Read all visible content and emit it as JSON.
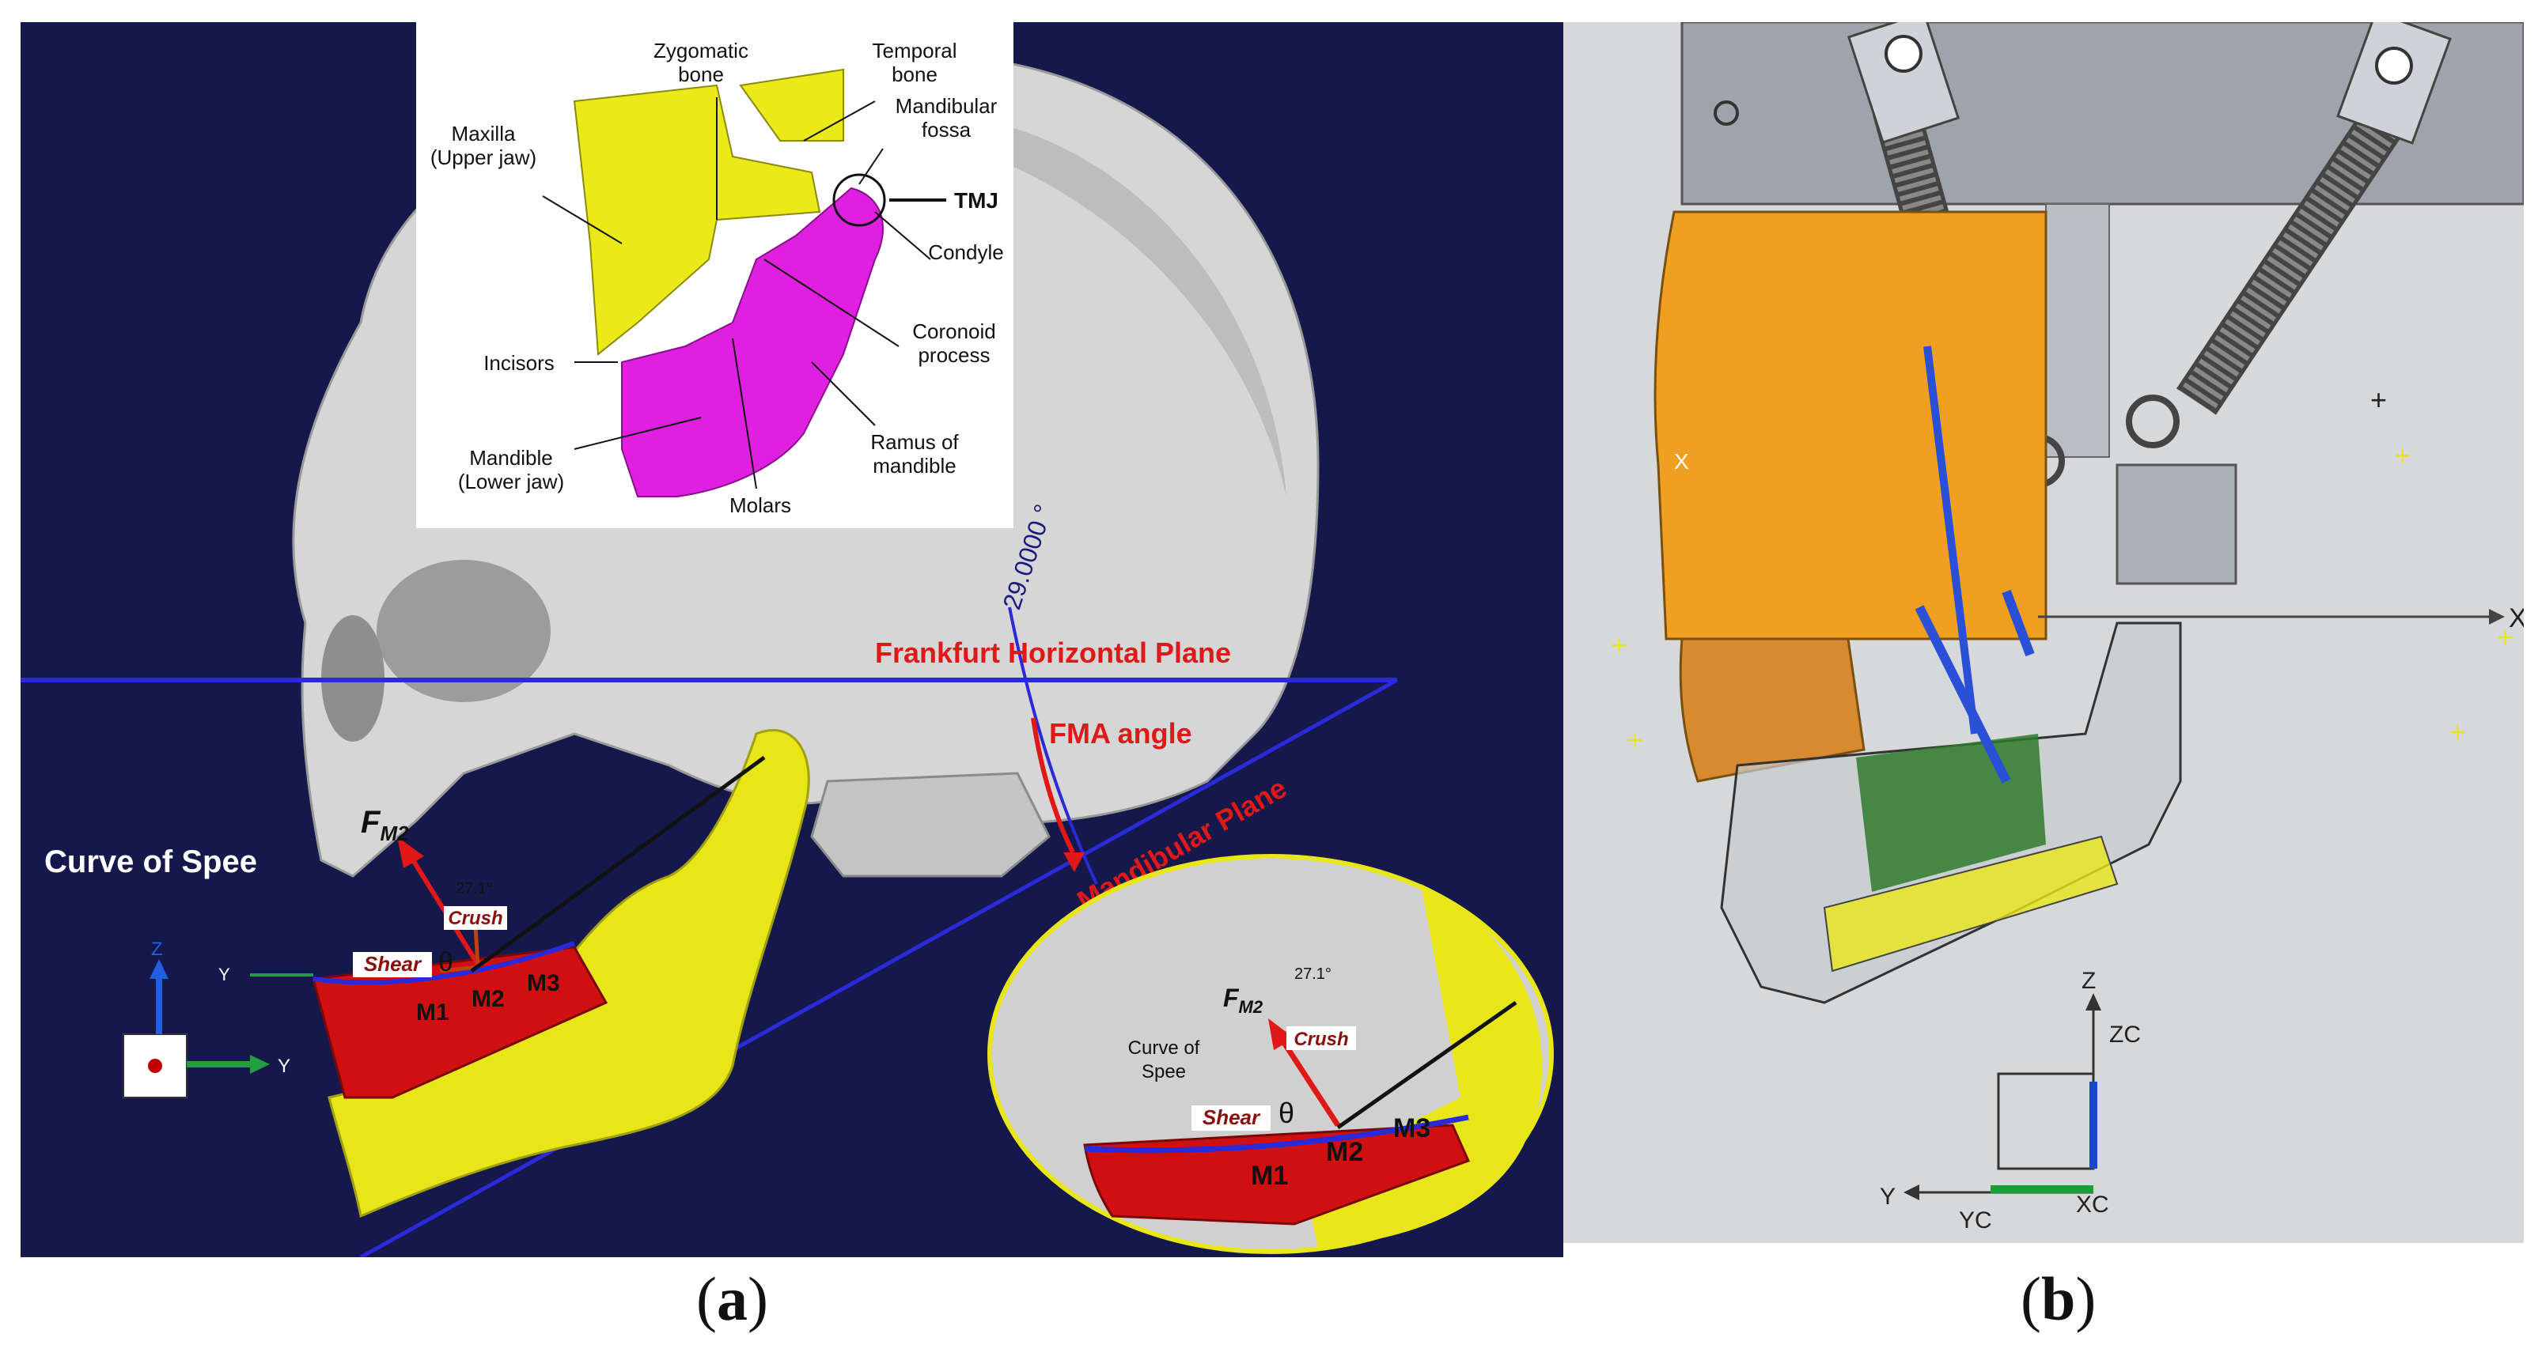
{
  "panel_a": {
    "caption_open": "(",
    "caption_letter": "a",
    "caption_close": ")",
    "inset": {
      "zygomatic": "Zygomatic",
      "zygomatic2": "bone",
      "temporal": "Temporal",
      "temporal2": "bone",
      "fossa": "Mandibular",
      "fossa2": "fossa",
      "maxilla": "Maxilla",
      "maxilla2": "(Upper jaw)",
      "tmj": "TMJ",
      "condyle": "Condyle",
      "coronoid": "Coronoid",
      "coronoid2": "process",
      "incisors": "Incisors",
      "mandible": "Mandible",
      "mandible2": "(Lower jaw)",
      "ramus": "Ramus of",
      "ramus2": "mandible",
      "molars": "Molars"
    },
    "angle_label": "29.0000 °",
    "frankfurt": "Frankfurt Horizontal Plane",
    "fma": "FMA angle",
    "mandibular_plane": "Mandibular Plane",
    "curve_of_spee": "Curve of Spee",
    "force_main": "F",
    "force_sub": "M2",
    "small_value": "27.1°",
    "crush": "Crush",
    "shear": "Shear",
    "theta": "θ",
    "m1": "M1",
    "m2": "M2",
    "m3": "M3",
    "axis_z": "Z",
    "axis_y": "Y",
    "axis_y2": "Y",
    "zoom": {
      "force_main": "F",
      "force_sub": "M2",
      "value": "27.1°",
      "crush": "Crush",
      "curve1": "Curve of",
      "curve2": "Spee",
      "shear": "Shear",
      "theta": "θ",
      "m1": "M1",
      "m2": "M2",
      "m3": "M3"
    }
  },
  "panel_b": {
    "caption_open": "(",
    "caption_letter": "b",
    "caption_close": ")",
    "x_label": "X",
    "x_label2": "X",
    "z": "Z",
    "zc": "ZC",
    "y": "Y",
    "yc": "YC",
    "xc": "XC"
  },
  "colors": {
    "navy": "#14184a",
    "skull": "#d9d9d9",
    "mandible_yellow": "#e8e619",
    "teeth_red": "#d01010",
    "inset_magenta": "#e020e0",
    "plane_line": "#2a2ad8",
    "label_red": "#e01818",
    "robot_orange": "#f0a020",
    "robot_green": "#2e7a2e"
  }
}
